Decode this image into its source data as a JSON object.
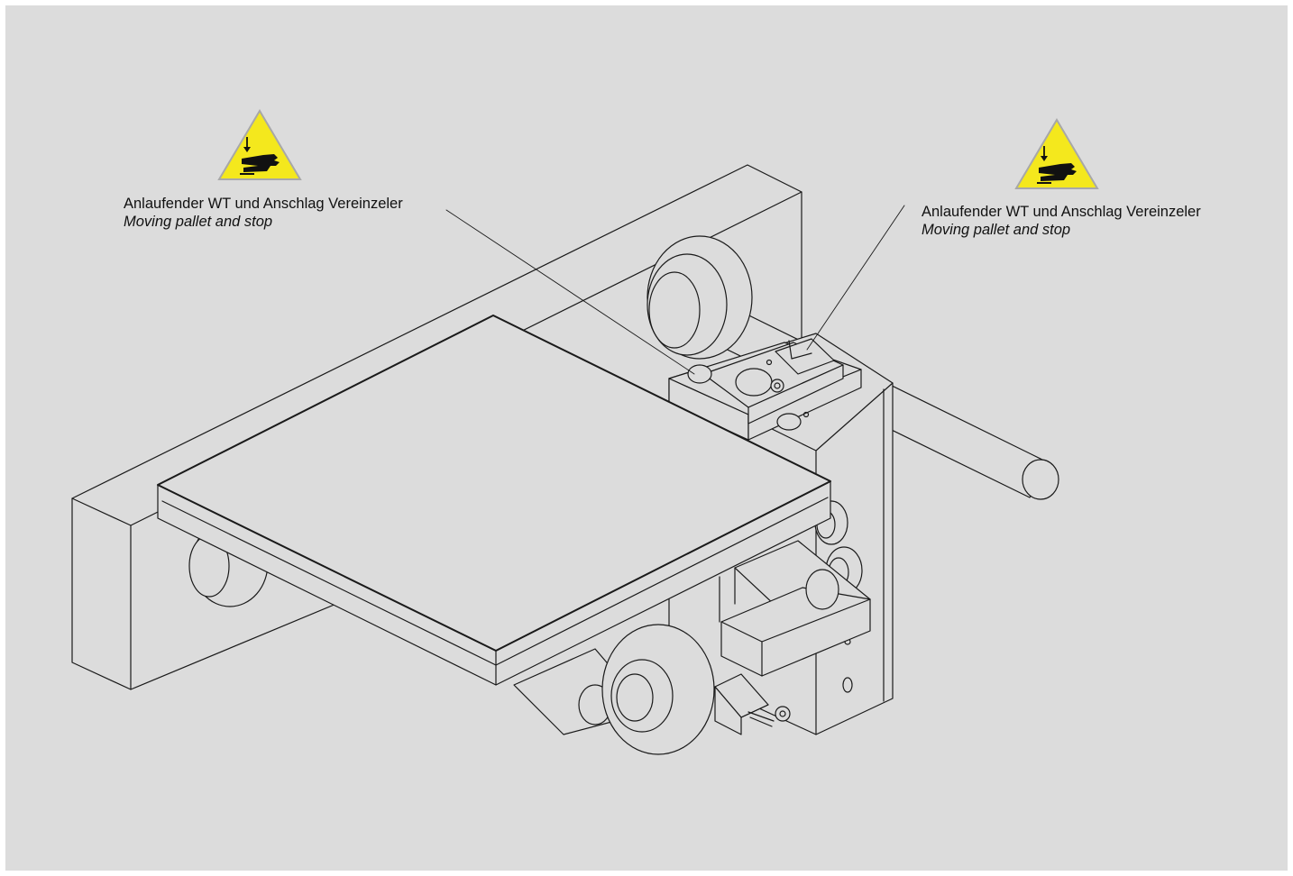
{
  "callouts": [
    {
      "label_de": "Anlaufender WT und Anschlag Vereinzeler",
      "label_en": "Moving pallet and stop",
      "icon": "crush-hazard-warning-icon"
    },
    {
      "label_de": "Anlaufender WT und Anschlag Vereinzeler",
      "label_en": "Moving pallet and stop",
      "icon": "crush-hazard-warning-icon"
    }
  ],
  "colors": {
    "background": "#dcdcdc",
    "warning_fill": "#f4e81d",
    "line": "#1a1a1a"
  }
}
